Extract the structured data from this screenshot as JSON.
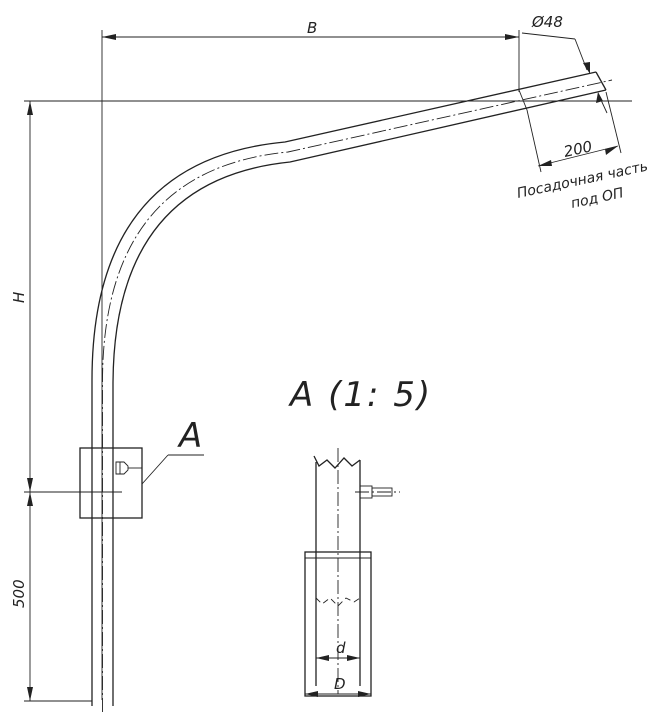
{
  "labels": {
    "dim_b": "B",
    "dim_diameter": "Ø48",
    "dim_mount_length": "200",
    "note_line1": "Посадочная часть",
    "note_line2": "под ОП",
    "dim_h": "H",
    "dim_500": "500",
    "view_callout": "A",
    "view_title": "A (1: 5)",
    "dim_d": "d",
    "dim_D": "D"
  }
}
